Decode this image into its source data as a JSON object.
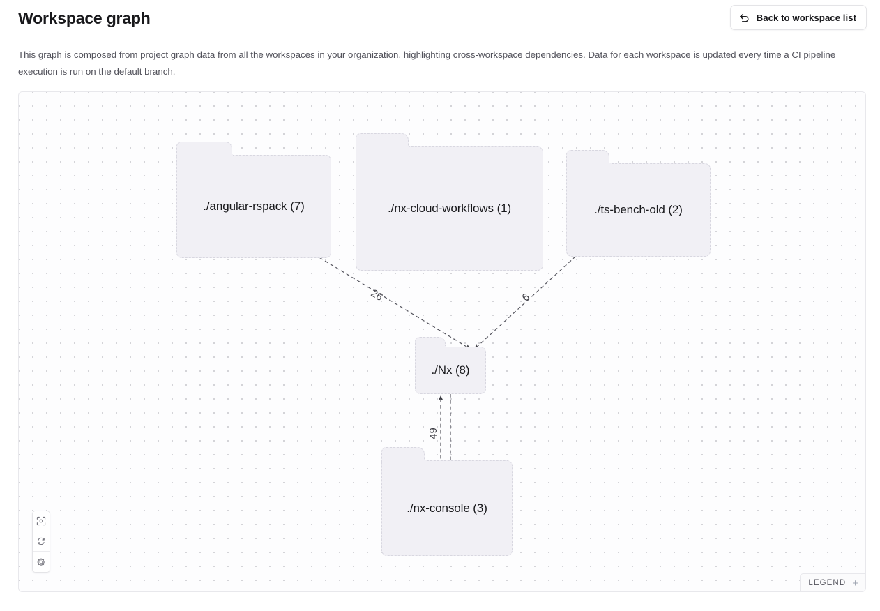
{
  "header": {
    "title": "Workspace graph",
    "description": "This graph is composed from project graph data from all the workspaces in your organization, highlighting cross-workspace dependencies. Data for each workspace is updated every time a CI pipeline execution is run on the default branch.",
    "back_button": {
      "label": "Back to workspace list",
      "icon": "back-arrow-icon"
    }
  },
  "graph": {
    "nodes": [
      {
        "id": "angular-rspack",
        "label": "./angular-rspack (7)"
      },
      {
        "id": "nx-cloud-workflows",
        "label": "./nx-cloud-workflows (1)"
      },
      {
        "id": "ts-bench-old",
        "label": "./ts-bench-old (2)"
      },
      {
        "id": "nx",
        "label": "./Nx (8)"
      },
      {
        "id": "nx-console",
        "label": "./nx-console (3)"
      }
    ],
    "edges": [
      {
        "from": "angular-rspack",
        "to": "nx",
        "label": "26"
      },
      {
        "from": "ts-bench-old",
        "to": "nx",
        "label": "6"
      },
      {
        "from": "nx-console",
        "to": "nx",
        "label": "49"
      },
      {
        "from": "nx",
        "to": "nx-console",
        "label": ""
      }
    ],
    "node_fill": "#f1f0f5",
    "node_border": "#d8d7e0",
    "edge_color": "#52525b"
  },
  "controls": [
    {
      "id": "focus",
      "icon": "focus-target-icon"
    },
    {
      "id": "refresh",
      "icon": "refresh-icon"
    },
    {
      "id": "settings",
      "icon": "gear-icon"
    }
  ],
  "legend": {
    "label": "LEGEND",
    "expand_icon": "plus-icon"
  }
}
